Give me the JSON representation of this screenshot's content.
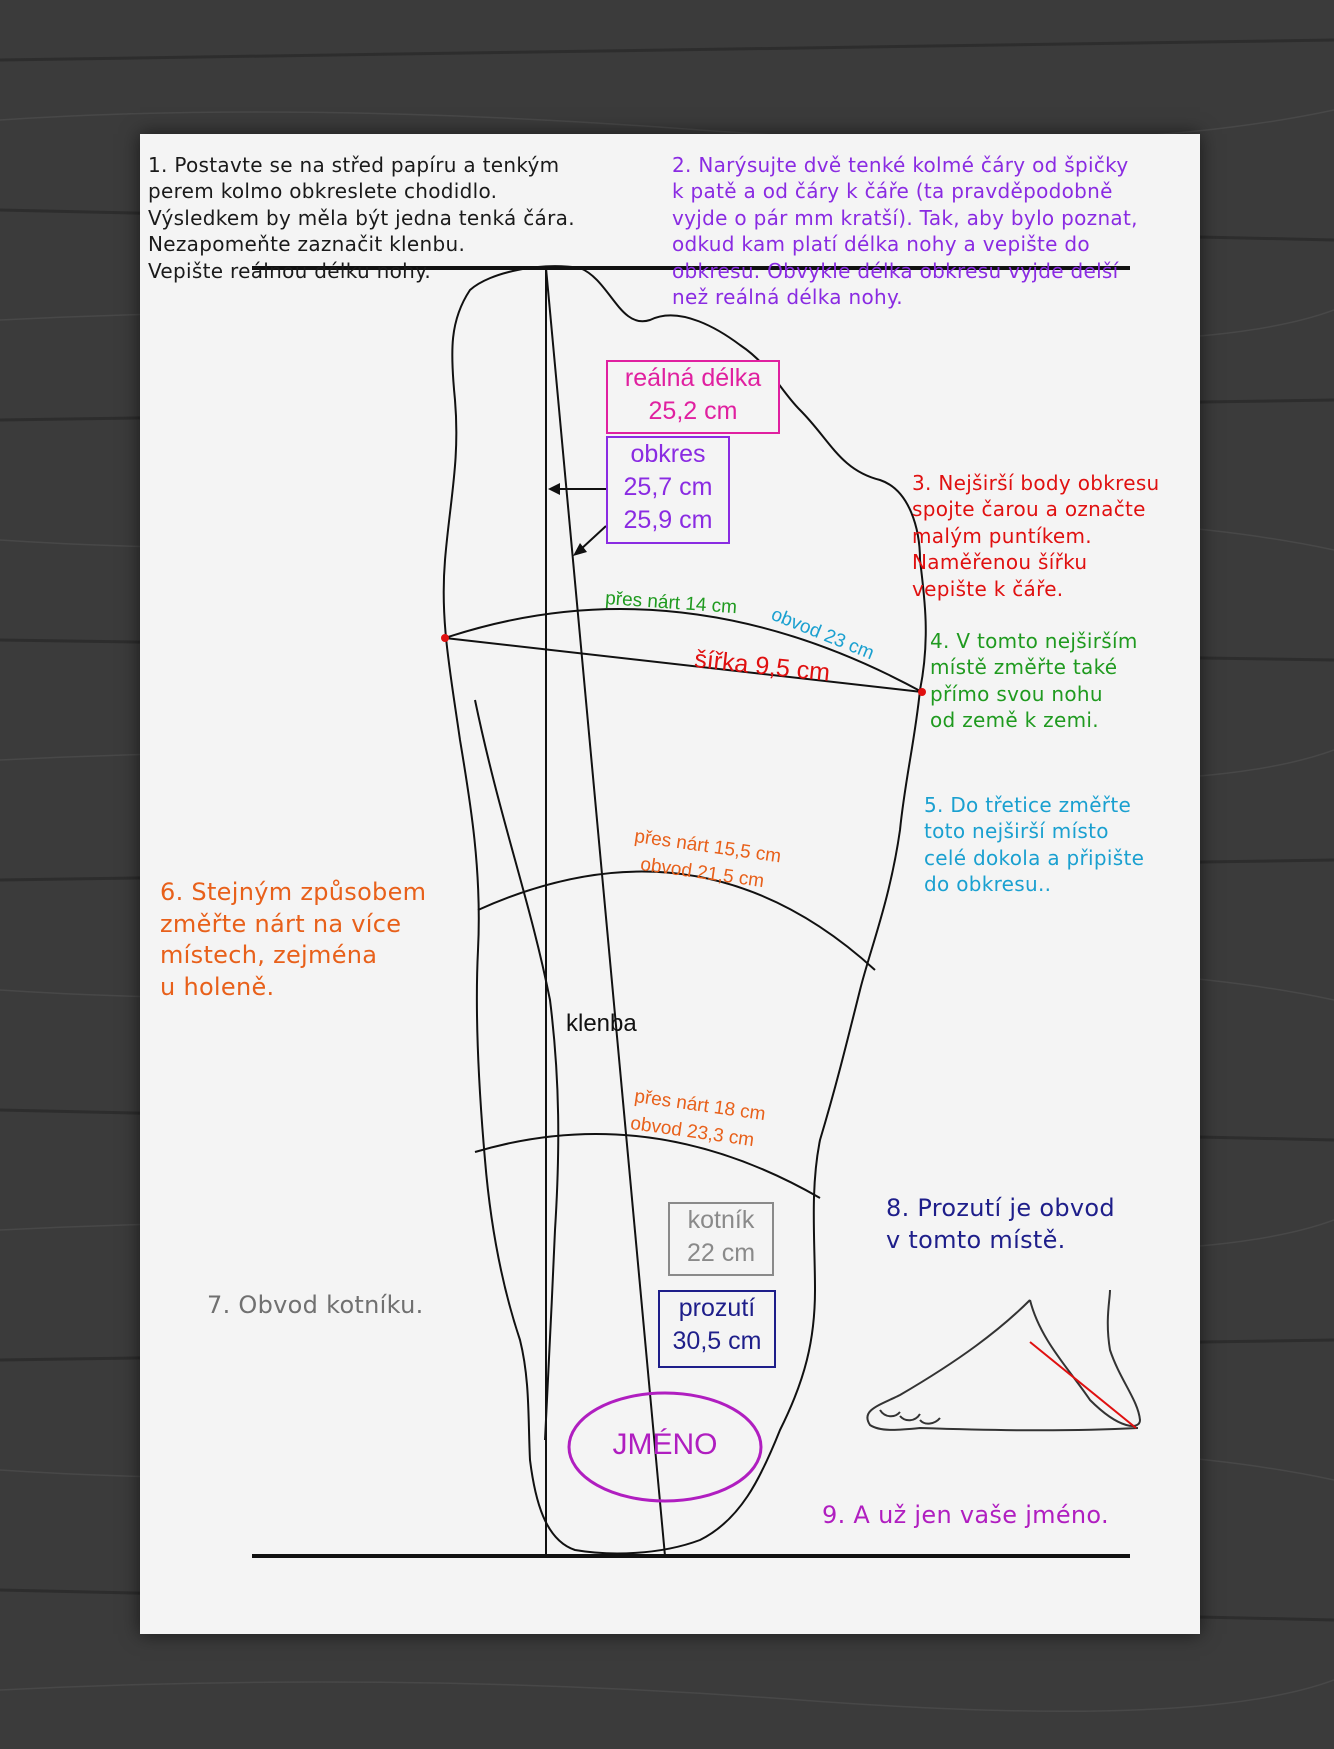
{
  "steps": {
    "s1": "1. Postavte se na střed papíru a tenkým\n    perem kolmo obkreslete chodidlo.\n    Výsledkem by měla být jedna tenká čára.\n    Nezapomeňte zaznačit klenbu.\n    Vepište reálnou délku nohy.",
    "s2": "2. Narýsujte dvě tenké kolmé čáry od špičky\n    k patě a od čáry k čáře (ta pravděpodobně\n    vyjde o pár mm kratší). Tak, aby bylo poznat,\n    odkud kam platí délka nohy a vepište do\n    obkresu. Obvykle délka obkresu vyjde delší\n        než reálná délka nohy.",
    "s3": "3. Nejširší body obkresu\n    spojte čarou a označte\n    malým puntíkem.\n    Naměřenou šířku\n    vepište k čáře.",
    "s4": "4. V tomto nejširším\n    místě změřte také\n    přímo svou nohu\n    od země k zemi.",
    "s5": "5. Do třetice změřte\n    toto nejširší místo\n    celé dokola a připište\n    do obkresu..",
    "s6": "6. Stejným způsobem\n    změřte nárt na více\n    místech, zejména\n    u holeně.",
    "s7": "7. Obvod kotníku.",
    "s8": "8. Prozutí je obvod\n    v tomto místě.",
    "s9": "9. A už jen vaše jméno."
  },
  "boxes": {
    "real_length": {
      "label": "reálná délka",
      "value": "25,2 cm"
    },
    "outline": {
      "label": "obkres",
      "value1": "25,7 cm",
      "value2": "25,9 cm"
    },
    "ankle": {
      "label": "kotník",
      "value": "22 cm"
    },
    "entry": {
      "label": "prozutí",
      "value": "30,5 cm"
    }
  },
  "measures": {
    "instep1": "přes nárt 14 cm",
    "girth1": "obvod 23 cm",
    "width": "šířka 9,5 cm",
    "instep2": "přes nárt 15,5 cm",
    "girth2": "obvod  21,5 cm",
    "instep3": "přes nárt 18 cm",
    "girth3": "obvod 23,3 cm",
    "arch": "klenba",
    "name": "JMÉNO"
  },
  "colors": {
    "s1": "#1a1a1a",
    "s2": "#8a2be2",
    "s3": "#e01010",
    "s4": "#1f9a1f",
    "s5": "#1aa0d0",
    "s6": "#e8601a",
    "s7": "#707070",
    "s8": "#1e1e8a",
    "s9": "#b01ec0",
    "real_length": "#e020a0",
    "outline": "#8a2be2",
    "ankle": "#8a8a8a",
    "entry": "#1e1e8a",
    "name": "#b01ec0"
  }
}
